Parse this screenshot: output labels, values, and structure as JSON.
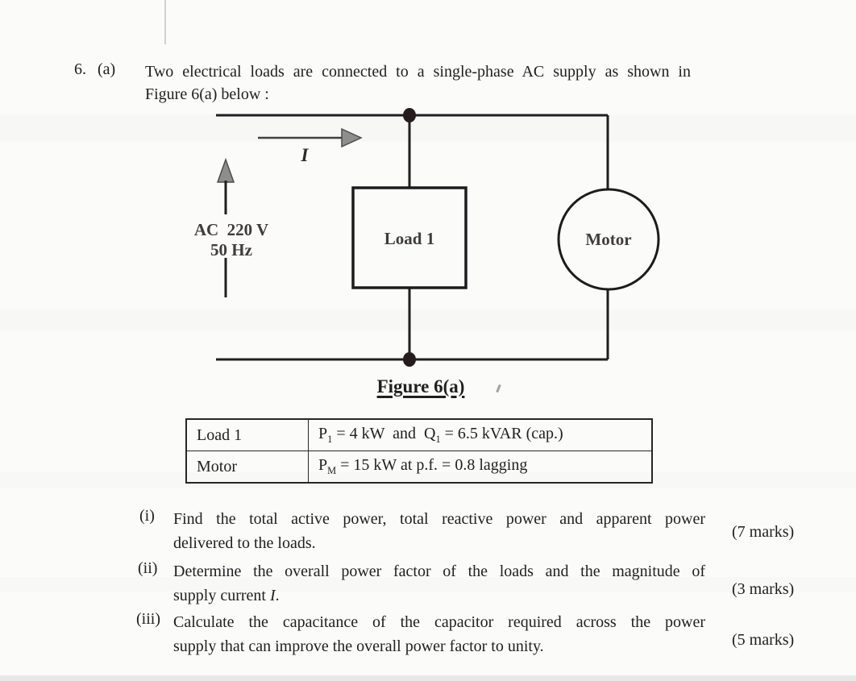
{
  "page": {
    "background": "#fbfbfa",
    "ink": "#1f1f1f",
    "arrow_gray": "#8e8e8e"
  },
  "question": {
    "number": "6.",
    "part": "(a)",
    "intro_line1": "Two electrical loads are connected to a single-phase AC supply as shown in",
    "intro_line2": "Figure 6(a) below :"
  },
  "figure": {
    "caption": "Figure 6(a)",
    "supply_label_line1": "AC  220 V",
    "supply_label_line2": "50 Hz",
    "current_label": "I",
    "load_label": "Load 1",
    "motor_label": "Motor"
  },
  "table": {
    "rows": [
      {
        "name": "Load 1",
        "sym1": "P",
        "sub1": "1",
        "mid": " = 4 kW  and  Q",
        "sub2": "1",
        "end": " = 6.5 kVAR (cap.)"
      },
      {
        "name": "Motor",
        "sym1": "P",
        "sub1": "M",
        "end": " = 15 kW at p.f. = 0.8 lagging"
      }
    ]
  },
  "subquestions": [
    {
      "label": "(i)",
      "line1": "Find the total active power, total reactive power and apparent power",
      "line2": "delivered to the loads.",
      "marks": "(7 marks)"
    },
    {
      "label": "(ii)",
      "line1": "Determine the overall power factor of the loads and the magnitude of",
      "line2_pre": "supply current ",
      "line2_italic": "I",
      "line2_post": ".",
      "marks": "(3 marks)"
    },
    {
      "label": "(iii)",
      "line1": "Calculate the capacitance of the capacitor required across the power",
      "line2": "supply that can improve the overall power factor to unity.",
      "marks": "(5 marks)"
    }
  ]
}
